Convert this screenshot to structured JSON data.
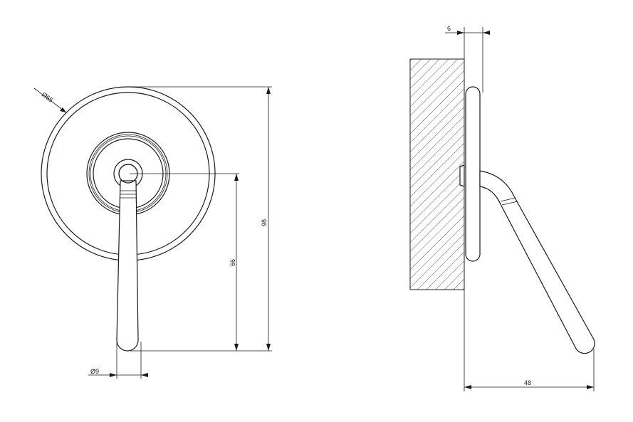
{
  "front_view": {
    "dia_plate": "Ø65",
    "dia_lever": "Ø9",
    "height_total": "98",
    "height_lever": "66"
  },
  "side_view": {
    "plate_thickness": "6",
    "depth": "48"
  }
}
